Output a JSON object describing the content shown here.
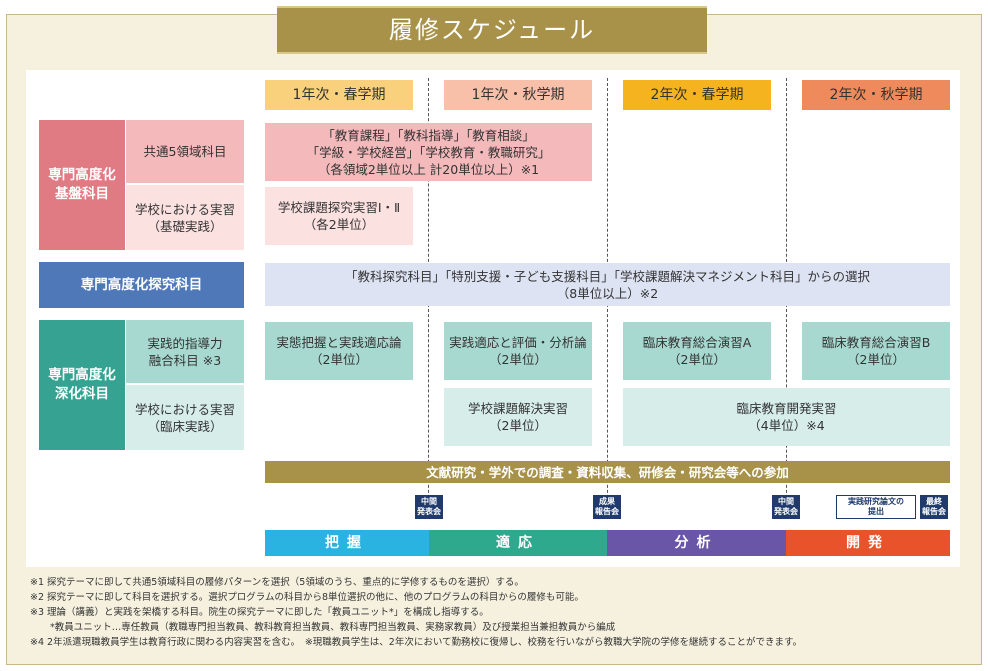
{
  "title": "履修スケジュール",
  "terms": [
    "1年次・春学期",
    "1年次・秋学期",
    "2年次・春学期",
    "2年次・秋学期"
  ],
  "categories": {
    "kiban": {
      "label": [
        "専門高度化",
        "基盤科目"
      ],
      "sub1": [
        "共通5領域科目"
      ],
      "sub2": [
        "学校における実習",
        "（基礎実践）"
      ]
    },
    "tankyu": {
      "label": "専門高度化探究科目"
    },
    "shinka": {
      "label": [
        "専門高度化",
        "深化科目"
      ],
      "sub1": [
        "実践的指導力",
        "融合科目 ※3"
      ],
      "sub2": [
        "学校における実習",
        "（臨床実践）"
      ]
    }
  },
  "courses": {
    "common5": [
      "「教育課程」「教科指導」「教育相談」",
      "「学級・学校経営」「学校教育・教職研究」",
      "（各領域2単位以上 計20単位以上）※1"
    ],
    "kadai_jisshu": [
      "学校課題探究実習Ⅰ・Ⅱ",
      "（各2単位）"
    ],
    "tankyu_select": [
      "「教科探究科目」「特別支援・子ども支援科目」「学校課題解決マネジメント科目」からの選択",
      "（8単位以上）※2"
    ],
    "jittai": [
      "実態把握と実践適応論",
      "（2単位）"
    ],
    "tekio": [
      "実践適応と評価・分析論",
      "（2単位）"
    ],
    "rinshoA": [
      "臨床教育総合演習A",
      "（2単位）"
    ],
    "rinshoB": [
      "臨床教育総合演習B",
      "（2単位）"
    ],
    "kaiketsu": [
      "学校課題解決実習",
      "（2単位）"
    ],
    "kaihatsu": [
      "臨床教育開発実習",
      "（4単位）※4"
    ]
  },
  "research_bar": "文献研究・学外での調査・資料収集、研修会・研究会等への参加",
  "milestones": {
    "m1": [
      "中間",
      "発表会"
    ],
    "m2": [
      "成果",
      "報告会"
    ],
    "m3": [
      "中間",
      "発表会"
    ],
    "thesis": [
      "実践研究論文の",
      "提出"
    ],
    "final": [
      "最終",
      "報告会"
    ]
  },
  "phases": [
    "把握",
    "適応",
    "分析",
    "開発"
  ],
  "colors": {
    "gold": "#a8924a",
    "pink_dark": "#e07a83",
    "pink_mid": "#f3b9bb",
    "pink_light": "#fbe1e0",
    "blue_dark": "#4e78b8",
    "blue_light": "#dde3f3",
    "teal_dark": "#36a392",
    "teal_mid": "#a8d9d1",
    "teal_light": "#d6ede9",
    "phase1": "#2ab3e0",
    "phase2": "#2ea98e",
    "phase3": "#6a56a6",
    "phase4": "#e8532b"
  },
  "notes": [
    "※1 探究テーマに即して共通5領域科目の履修パターンを選択（5領域のうち、重点的に学修するものを選択）する。",
    "※2 探究テーマに即して科目を選択する。選択プログラムの科目から8単位選択の他に、他のプログラムの科目からの履修も可能。",
    "※3 理論（講義）と実践を架橋する科目。院生の探究テーマに即した「教員ユニット*」を構成し指導する。",
    "*教員ユニット…専任教員（教職専門担当教員、教科教育担当教員、教科専門担当教員、実務家教員）及び授業担当兼担教員から編成",
    "※4 2年派遣現職教員学生は教育行政に関わる内容実習を含む。　※現職教員学生は、2年次において勤務校に復帰し、校務を行いながら教職大学院の学修を継続することができます。"
  ]
}
